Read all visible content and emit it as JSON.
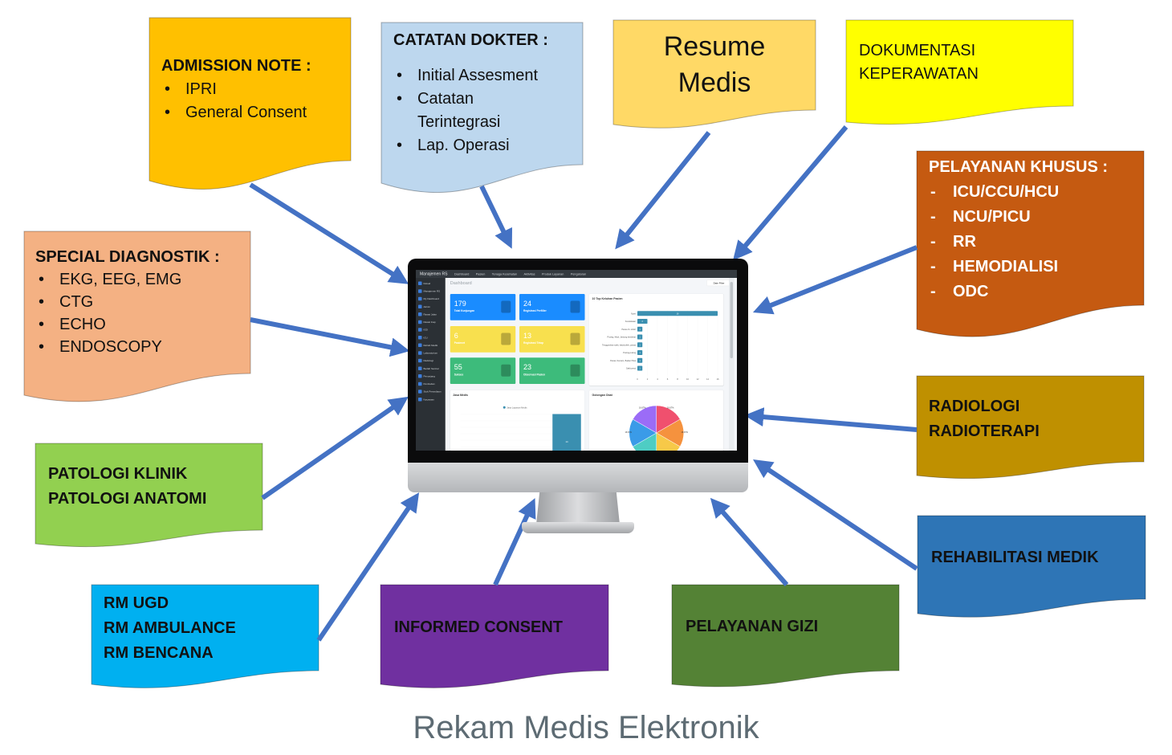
{
  "colors": {
    "arrow": "#4472C4",
    "caption": "#5d6b73"
  },
  "callouts": {
    "admission": {
      "color": "#FFC000",
      "title": "ADMISSION NOTE :",
      "items": [
        "IPRI",
        "General Consent"
      ]
    },
    "catatan": {
      "color": "#BDD7EE",
      "title": "CATATAN DOKTER :",
      "items": [
        "Initial  Assesment",
        "Catatan",
        "Terintegrasi",
        "Lap. Operasi"
      ]
    },
    "resume": {
      "color": "#FFD966",
      "lines": [
        "Resume",
        "Medis"
      ]
    },
    "dokumentasi": {
      "color": "#FFFF00",
      "lines": [
        "DOKUMENTASI",
        "KEPERAWATAN"
      ]
    },
    "khusus": {
      "color": "#C55A11",
      "title": "PELAYANAN KHUSUS :",
      "items": [
        "ICU/CCU/HCU",
        "NCU/PICU",
        "RR",
        "HEMODIALISI",
        "ODC"
      ]
    },
    "diagnostik": {
      "color": "#F4B183",
      "title": "SPECIAL DIAGNOSTIK :",
      "items": [
        "EKG, EEG, EMG",
        "CTG",
        "ECHO",
        "ENDOSCOPY"
      ]
    },
    "radiologi": {
      "color": "#BF9000",
      "lines": [
        "RADIOLOGI",
        "RADIOTERAPI"
      ]
    },
    "patologi": {
      "color": "#92D050",
      "lines": [
        "PATOLOGI KLINIK",
        "PATOLOGI ANATOMI"
      ]
    },
    "rehab": {
      "color": "#2E75B6",
      "lines": [
        "REHABILITASI MEDIK"
      ]
    },
    "ugd": {
      "color": "#00B0F0",
      "lines": [
        "RM UGD",
        "RM AMBULANCE",
        "RM BENCANA"
      ]
    },
    "informed": {
      "color": "#7030A0",
      "lines": [
        "INFORMED CONSENT"
      ]
    },
    "gizi": {
      "color": "#548235",
      "lines": [
        "PELAYANAN GIZI"
      ]
    }
  },
  "caption": "Rekam Medis Elektronik",
  "dashboard": {
    "brand": "Manajemen RS",
    "nav": [
      "Dashboard",
      "Pasien",
      "Tenaga Kesehatan",
      "Aktivitas",
      "Produk Layanan",
      "Pengaturan"
    ],
    "sidebar": [
      "Dokud",
      "Manajemen RS",
      "My Dashboard",
      "Admin",
      "Rawat Jalan",
      "Rawat Inap",
      "IGD",
      "ICU",
      "Rehab Medik",
      "Laboratorium",
      "Radiologi",
      "Bedah Sentral",
      "Penunjang",
      "Pembelian",
      "Stok Persediaan",
      "Karyawan"
    ],
    "title": "Dashboard",
    "date_filter": "Date Filter",
    "cards": [
      {
        "value": "179",
        "label": "Total Kunjungan",
        "color": "#1a8cff"
      },
      {
        "value": "24",
        "label": "Registrasi Perfiller",
        "color": "#1a8cff"
      },
      {
        "value": "6",
        "label": "Pasienet",
        "color": "#f8e04e"
      },
      {
        "value": "13",
        "label": "Registrasi Tetap",
        "color": "#f8e04e"
      },
      {
        "value": "55",
        "label": "Sukses",
        "color": "#3dbb7b"
      },
      {
        "value": "23",
        "label": "Observasi Pasien",
        "color": "#3dbb7b"
      }
    ],
    "complaints": {
      "title": "10 Top Keluhan Pasien",
      "type": "bar",
      "categories": [
        "Nyeri",
        "Kecelakaan",
        "Panas tb. tubuh",
        "Pusing, Mual, Jantung berdebar",
        "Tenggorokan sakit, batuk pilek, panas",
        "Pusing-pusing",
        "Panas, Demam, Badan Pilek",
        "Sakit perut"
      ],
      "values": [
        16,
        2,
        1,
        1,
        1,
        1,
        1,
        1
      ],
      "xlim": [
        0,
        16
      ],
      "ticks": [
        "0",
        "2",
        "4",
        "6",
        "8",
        "10",
        "12",
        "14",
        "16"
      ],
      "color": "#3a8fb0"
    },
    "jasa": {
      "title": "Jasa Medis",
      "legend": "Jasa Layanan Medis",
      "value": "14",
      "color": "#3a8fb0"
    },
    "obat": {
      "title": "Golongan Obat",
      "type": "pie",
      "values": [
        16.67,
        16.67,
        16.67,
        16.67,
        16.67,
        16.67
      ],
      "labels": [
        "16.67%",
        "16.67%",
        "16.67%",
        "16.67%",
        "16.67%",
        "16.67%"
      ],
      "colors": [
        "#f0506e",
        "#f5923e",
        "#f7c948",
        "#4ecdc4",
        "#3a9be8",
        "#9b6cf7"
      ]
    }
  }
}
